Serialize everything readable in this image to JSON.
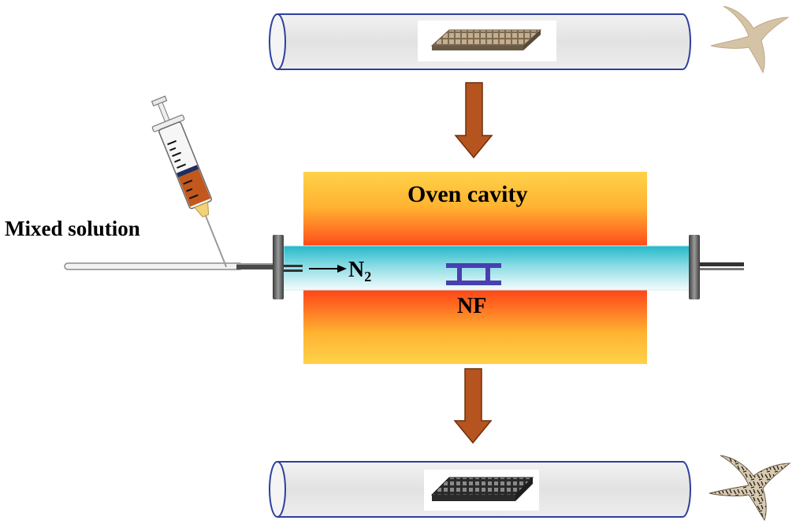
{
  "labels": {
    "oven_cavity": "Oven cavity",
    "mixed_solution": "Mixed solution",
    "nf": "NF",
    "n2_main": "N",
    "n2_sub": "2"
  },
  "colors": {
    "arrow": "#B5541E",
    "arrow_outline": "#6E2E0C",
    "tube_outline": "#2E3F9E",
    "tube_fill": "#E6E6E6",
    "oven_hot": "#FF4D1A",
    "oven_warm": "#FFC21A",
    "channel": "#2EC0CF",
    "flange": "#555555",
    "holder": "#4A3FB0",
    "precursor": "#C9B79A",
    "product": "#3C3C3C"
  },
  "icons": [
    "syringe-icon",
    "tetrapod-precursor-icon",
    "tetrapod-nanowire-icon",
    "mesh-precursor-icon",
    "mesh-product-icon",
    "down-arrow-icon",
    "right-arrow-icon"
  ]
}
